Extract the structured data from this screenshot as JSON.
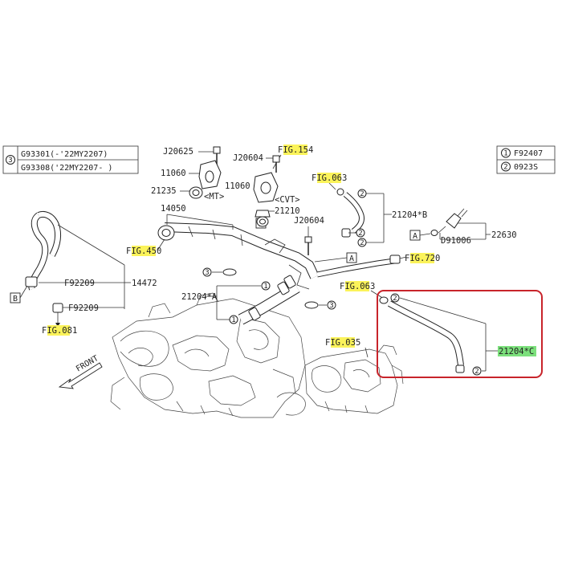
{
  "legend_left": {
    "symbol": "3",
    "rows": [
      "G93301(-'22MY2207)",
      "G93308('22MY2207- )"
    ]
  },
  "legend_right": {
    "rows": [
      {
        "symbol": "1",
        "code": "F92407"
      },
      {
        "symbol": "2",
        "code": "0923S"
      }
    ]
  },
  "fig_refs": {
    "fig154": {
      "prefix": "F",
      "highlight": "IG.15",
      "suffix": "4"
    },
    "fig063_top": {
      "prefix": "F",
      "highlight": "IG.06",
      "suffix": "3"
    },
    "fig450": {
      "prefix": "F",
      "highlight": "IG.45",
      "suffix": "0"
    },
    "fig720": {
      "prefix": "F",
      "highlight": "IG.72",
      "suffix": "0"
    },
    "fig063_mid": {
      "prefix": "F",
      "highlight": "IG.06",
      "suffix": "3"
    },
    "fig035": {
      "prefix": "F",
      "highlight": "IG.03",
      "suffix": "5"
    },
    "fig081": {
      "prefix": "F",
      "highlight": "IG.08",
      "suffix": "1"
    }
  },
  "parts": {
    "j20625": "J20625",
    "j20604_top": "J20604",
    "p11060_left": "11060",
    "p11060_right": "11060",
    "p21235": "21235",
    "mt": "<MT>",
    "cvt": "<CVT>",
    "p21210": "21210",
    "p14050": "14050",
    "j20604_mid": "J20604",
    "p21204b": "21204*B",
    "p22630": "22630",
    "d91006": "D91006",
    "p14472": "14472",
    "f92209_a": "F92209",
    "f92209_b": "F92209",
    "p21204a": "21204*A",
    "p21204c": "21204*C",
    "front": "FRONT"
  },
  "tags": {
    "b": "B",
    "a": "A",
    "circle_1": "1",
    "circle_2": "2",
    "circle_3": "3"
  },
  "colors": {
    "highlight": "#fbf35a",
    "highlight_green": "#7ce07c",
    "callout_box": "#c8242b"
  }
}
